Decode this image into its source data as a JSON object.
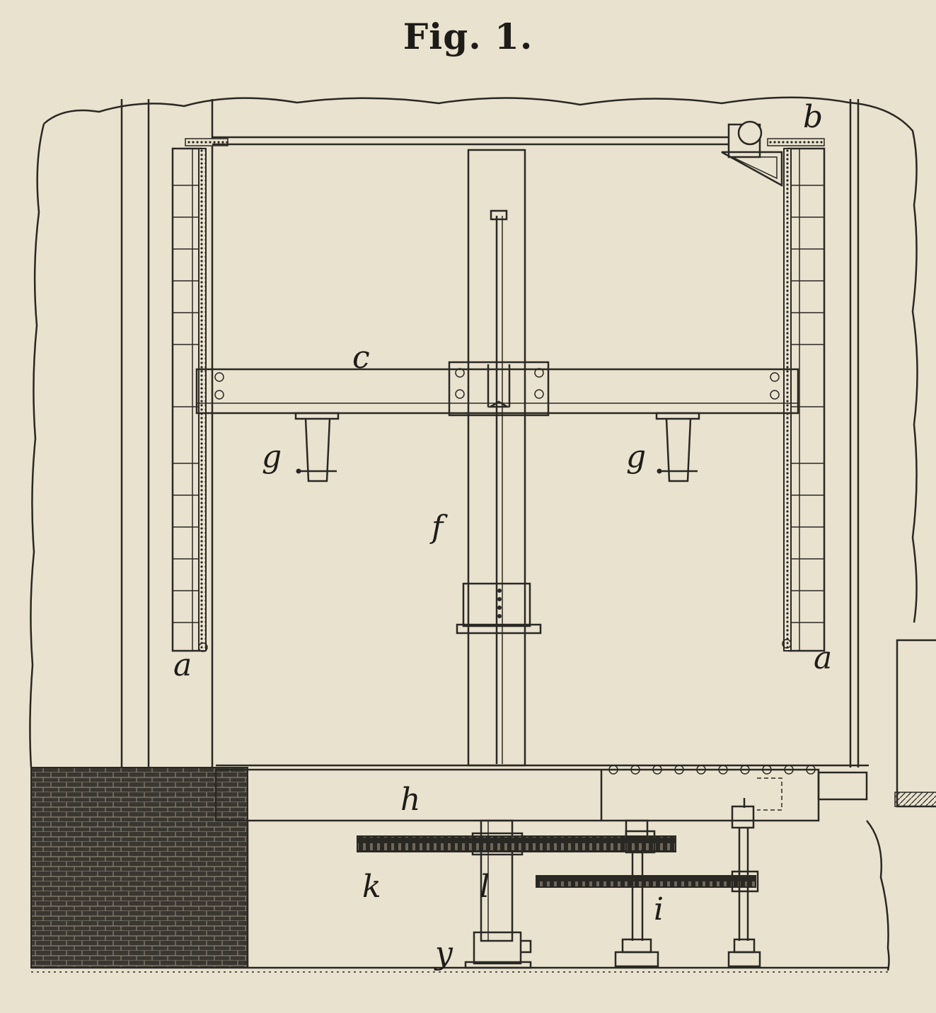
{
  "figure": {
    "title": "Fig. 1.",
    "labels": {
      "rack_right_top": "b",
      "crossbar": "c",
      "bracket_left": "g",
      "bracket_right": "g",
      "column": "f",
      "rack_left": "a",
      "rack_right": "a",
      "beam": "h",
      "gear_large": "k",
      "shaft": "l",
      "gear_small": "i",
      "foot": "y"
    }
  },
  "colors": {
    "paper": "#e9e2cf",
    "ink": "#2a2823"
  }
}
